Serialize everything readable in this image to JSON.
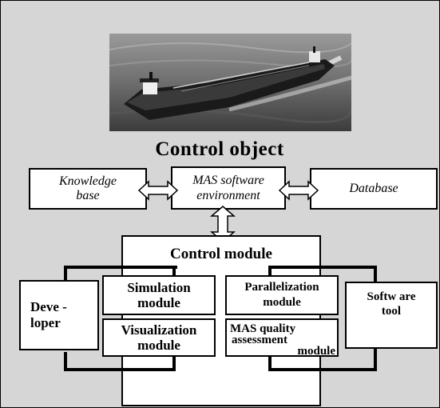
{
  "control_object": {
    "label": "Control object"
  },
  "top_row": {
    "knowledge_base": [
      "Knowledge",
      "base"
    ],
    "mas_environment": [
      "MAS software",
      "environment"
    ],
    "database": "Database"
  },
  "control_module": {
    "label": "Control module"
  },
  "side_boxes": {
    "developer": [
      "Deve -",
      "loper"
    ],
    "software_tool": [
      "Softw are",
      "tool"
    ]
  },
  "modules": {
    "simulation": [
      "Simulation",
      "module"
    ],
    "visualization": [
      "Visualization",
      "module"
    ],
    "parallelization": [
      "Parallelization",
      "module"
    ],
    "quality": [
      "MAS quality",
      "assessment",
      "module"
    ]
  },
  "colors": {
    "background": "#d6d6d6",
    "box_fill": "#ffffff",
    "stroke": "#000000"
  },
  "image": {
    "subject": "tanker-ship-photo"
  }
}
